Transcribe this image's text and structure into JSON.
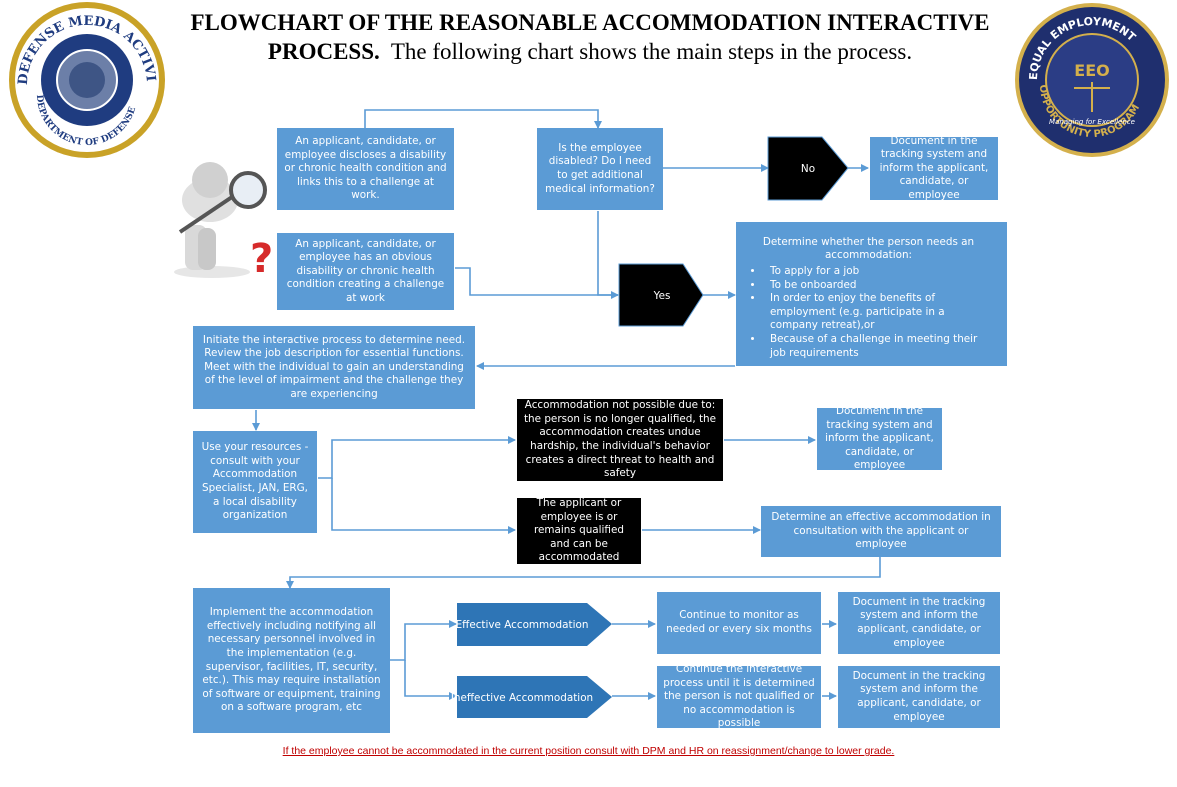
{
  "title": {
    "bold": "FLOWCHART OF THE REASONABLE ACCOMMODATION INTERACTIVE PROCESS.",
    "rest": "The following chart shows the main steps in the process."
  },
  "logos": {
    "left": {
      "ring_text": "DEFENSE MEDIA ACTIVITY",
      "bottom_text": "DEPARTMENT OF DEFENSE",
      "colors": {
        "ring": "#1f3c80",
        "outer": "#c9a227"
      }
    },
    "right": {
      "ring_top": "EQUAL EMPLOYMENT",
      "ring_bottom": "OPPORTUNITY PROGRAM",
      "center": "EEO",
      "motto": "Managing for Excellence",
      "colors": {
        "fill": "#1f2f6e",
        "gold": "#d4b04c"
      }
    }
  },
  "icons": {
    "thinker": "magnifier-figure-icon",
    "question": "question-mark-icon"
  },
  "nodes": {
    "disclose": "An applicant, candidate, or employee discloses a disability or chronic health condition and links this to a challenge at work.",
    "obvious": "An applicant, candidate, or employee has an obvious disability or chronic health condition creating a challenge at work",
    "disabled_q": "Is the employee disabled? Do I need to get additional medical information?",
    "no": "No",
    "doc1": "Document in the tracking system and inform the applicant, candidate, or employee",
    "yes": "Yes",
    "determine": {
      "heading": "Determine whether the person needs an accommodation:",
      "items": [
        "To apply for a job",
        "To be onboarded",
        "In order to enjoy the benefits of employment (e.g. participate in a company retreat),or",
        "Because of a challenge in meeting their job requirements"
      ]
    },
    "initiate": "Initiate the interactive process to determine need. Review the job description for essential functions. Meet with the individual to gain an understanding of the level of impairment and the challenge they are experiencing",
    "resources": "Use your resources - consult with your Accommodation Specialist, JAN, ERG, a local disability organization",
    "not_possible": "Accommodation not possible due to: the person is no longer qualified, the accommodation creates undue hardship, the individual's behavior creates a direct threat to health and safety",
    "doc2": "Document in the tracking system and inform the applicant, candidate, or employee",
    "qualified": "The applicant or employee is or remains qualified and can be accommodated",
    "effective_det": "Determine an effective accommodation in consultation with the applicant or employee",
    "implement": "Implement the accommodation effectively including notifying all necessary personnel involved in the implementation (e.g. supervisor, facilities, IT, security, etc.). This may require installation of software or equipment, training on a software program, etc",
    "effective": "Effective Accommodation",
    "ineffective": "Ineffective Accommodation",
    "monitor": "Continue to monitor as needed or every six months",
    "continue": "Continue the interactive process until it is determined the person is not qualified or no accommodation is possible",
    "doc3": "Document in the tracking system and inform the applicant, candidate, or employee",
    "doc4": "Document in the tracking system and inform the applicant, candidate, or employee"
  },
  "footer": "If the employee cannot be accommodated in the current position consult with DPM and HR on reassignment/change to lower grade.",
  "colors": {
    "box": "#5b9bd5",
    "arrow_box": "#2e75b6",
    "line": "#5b9bd5",
    "footer": "#c00000"
  }
}
